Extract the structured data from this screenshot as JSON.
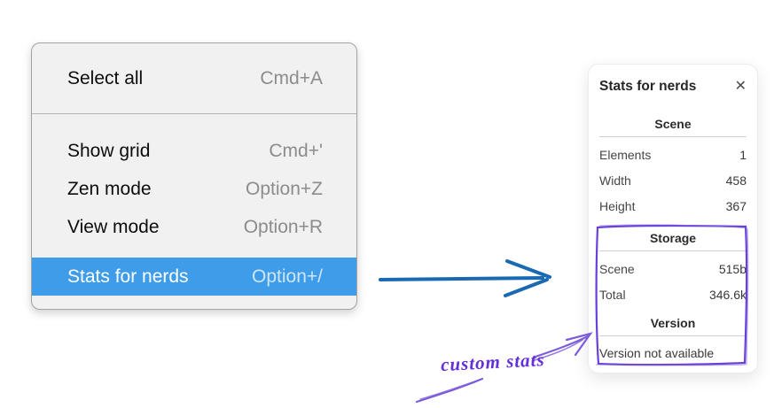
{
  "context_menu": {
    "items": [
      {
        "label": "Select all",
        "shortcut": "Cmd+A"
      },
      {
        "label": "Show grid",
        "shortcut": "Cmd+'"
      },
      {
        "label": "Zen mode",
        "shortcut": "Option+Z"
      },
      {
        "label": "View mode",
        "shortcut": "Option+R"
      },
      {
        "label": "Stats for nerds",
        "shortcut": "Option+/"
      }
    ],
    "highlighted_item": "Stats for nerds"
  },
  "stats_panel": {
    "title": "Stats for nerds",
    "close_icon": "✕",
    "sections": [
      {
        "heading": "Scene",
        "rows": [
          {
            "label": "Elements",
            "value": "1"
          },
          {
            "label": "Width",
            "value": "458"
          },
          {
            "label": "Height",
            "value": "367"
          }
        ]
      },
      {
        "heading": "Storage",
        "rows": [
          {
            "label": "Scene",
            "value": "515b"
          },
          {
            "label": "Total",
            "value": "346.6k"
          }
        ]
      },
      {
        "heading": "Version",
        "note": "Version not available"
      }
    ]
  },
  "annotation": {
    "label": "custom stats"
  },
  "colors": {
    "menu_highlight": "#3f9ce8",
    "menu_background": "#f1f1f2",
    "arrow_blue": "#1a69b2",
    "annotation_purple": "#6330d9",
    "box_purple": "#6741d9"
  }
}
